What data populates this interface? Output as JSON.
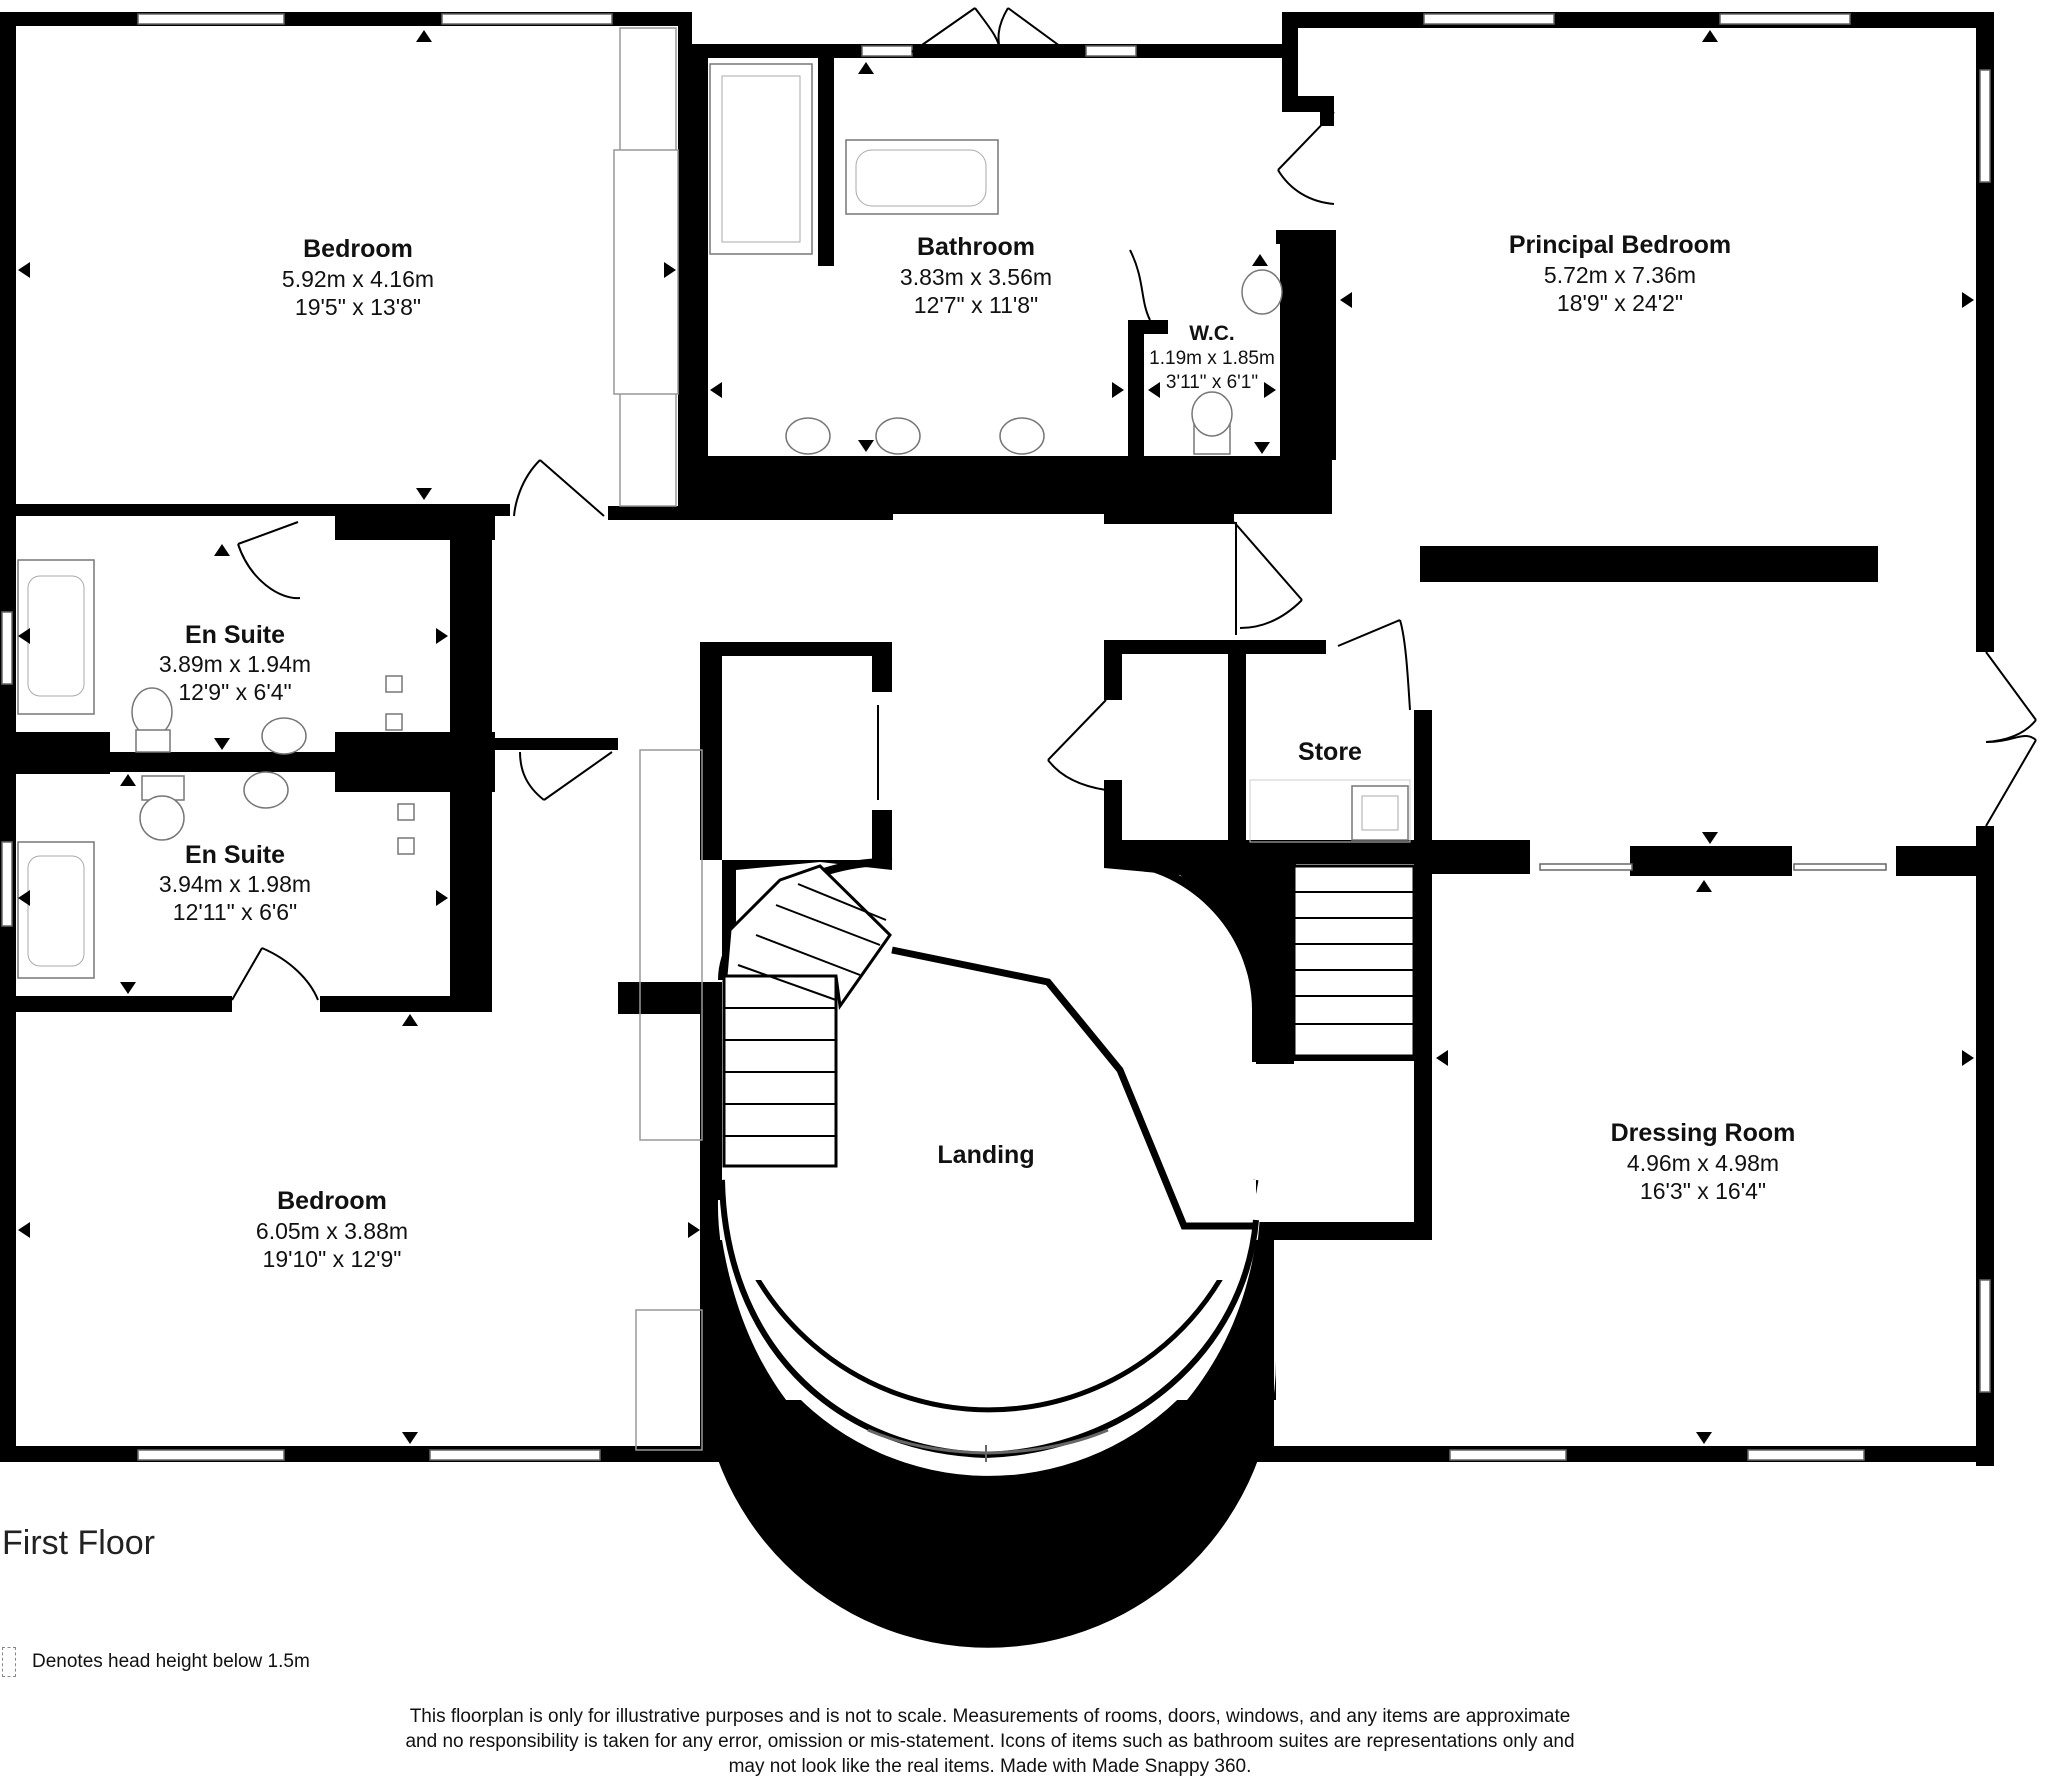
{
  "rooms": [
    {
      "name": "Bedroom",
      "metric": "5.92m x 4.16m",
      "imperial": "19'5\" x 13'8\""
    },
    {
      "name": "Bathroom",
      "metric": "3.83m x 3.56m",
      "imperial": "12'7\" x 11'8\""
    },
    {
      "name": "W.C.",
      "metric": "1.19m x 1.85m",
      "imperial": "3'11\" x 6'1\""
    },
    {
      "name": "Principal Bedroom",
      "metric": "5.72m x 7.36m",
      "imperial": "18'9\" x 24'2\""
    },
    {
      "name": "En Suite",
      "metric": "3.89m x 1.94m",
      "imperial": "12'9\" x 6'4\""
    },
    {
      "name": "En Suite",
      "metric": "3.94m x 1.98m",
      "imperial": "12'11\" x 6'6\""
    },
    {
      "name": "Store",
      "metric": "",
      "imperial": ""
    },
    {
      "name": "Landing",
      "metric": "",
      "imperial": ""
    },
    {
      "name": "Bedroom",
      "metric": "6.05m x 3.88m",
      "imperial": "19'10\" x 12'9\""
    },
    {
      "name": "Dressing Room",
      "metric": "4.96m x 4.98m",
      "imperial": "16'3\" x 16'4\""
    }
  ],
  "floor_label": "First Floor",
  "legend": "Denotes head height below 1.5m",
  "disclaimer": [
    "This floorplan is only for illustrative purposes and is not to scale. Measurements of rooms, doors, windows, and any items are approximate",
    "and no responsibility is taken for any error, omission or mis-statement. Icons of items such as bathroom suites are representations only and",
    "may not look like the real items. Made with Made Snappy 360."
  ]
}
